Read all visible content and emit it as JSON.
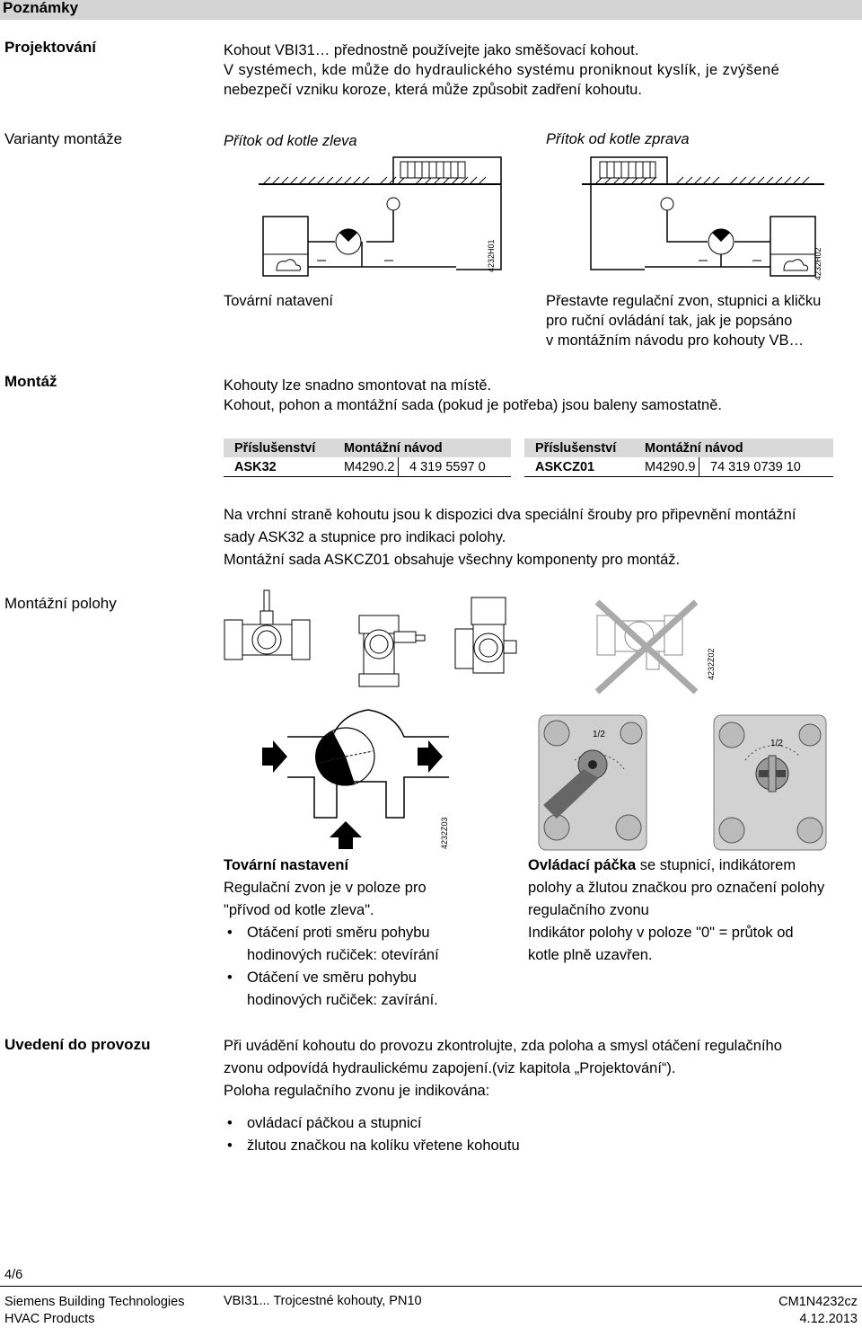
{
  "header": {
    "title": "Poznámky"
  },
  "projektovani": {
    "heading": "Projektování",
    "lines": [
      "Kohout VBI31… přednostně používejte jako směšovací kohout.",
      "V systémech, kde může do hydraulického systému proniknout kyslík, je zvýšené",
      "nebezpečí vzniku koroze, která může způsobit zadření kohoutu."
    ]
  },
  "varianty": {
    "heading": "Varianty montáže",
    "left_caption": "Přítok od kotle zleva",
    "right_caption": "Přítok od kotle zprava",
    "left_code": "4232H01",
    "right_code": "4232H02",
    "left_note": "Tovární natavení",
    "right_note": [
      "Přestavte regulační zvon, stupnici a kličku",
      "pro ruční ovládání tak, jak je popsáno",
      "v montážním návodu pro kohouty VB…"
    ]
  },
  "montaz": {
    "heading": "Montáž",
    "lines": [
      "Kohouty lze snadno smontovat na místě.",
      "Kohout, pohon a montážní sada (pokud je potřeba) jsou baleny samostatně."
    ],
    "table_left": {
      "h1": "Příslušenství",
      "h2": "Montážní návod",
      "c1": "ASK32",
      "c2": "M4290.2",
      "c3": "4 319 5597 0"
    },
    "table_right": {
      "h1": "Příslušenství",
      "h2": "Montážní návod",
      "c1": "ASKCZ01",
      "c2": "M4290.9",
      "c3": "74 319 0739 10"
    },
    "para": [
      "Na vrchní straně kohoutu jsou k dispozici dva speciální šrouby pro připevnění montážní",
      "sady ASK32 a stupnice pro indikaci polohy.",
      "Montážní sada ASKCZ01 obsahuje všechny komponenty pro montáž."
    ]
  },
  "polohy": {
    "heading": "Montážní polohy",
    "code1": "4232Z02",
    "code2": "4232Z03",
    "scale_label_1": "1/2",
    "scale_label_2": "1/2"
  },
  "tovarni": {
    "title": "Tovární nastavení",
    "lines": [
      "Regulační zvon je v poloze pro",
      "\"přívod od kotle zleva\"."
    ],
    "bullets": [
      [
        "Otáčení proti směru pohybu",
        "hodinových ručiček: otevírání"
      ],
      [
        "Otáčení ve směru pohybu",
        "hodinových ručiček: zavírání."
      ]
    ]
  },
  "packa": {
    "title": "Ovládací páčka",
    "title_rest": " se stupnicí, indikátorem",
    "lines": [
      "polohy a žlutou značkou pro označení polohy",
      "regulačního zvonu",
      "Indikátor polohy v poloze \"0\" = průtok od",
      "kotle plně uzavřen."
    ]
  },
  "uvedeni": {
    "heading": "Uvedení do provozu",
    "lines": [
      "Při uvádění kohoutu do provozu zkontrolujte, zda poloha a smysl otáčení regulačního",
      "zvonu odpovídá hydraulickému zapojení.(viz kapitola „Projektování“).",
      "Poloha regulačního zvonu je indikována:"
    ],
    "bullets": [
      "ovládací páčkou a stupnicí",
      "žlutou značkou na kolíku vřetene kohoutu"
    ]
  },
  "footer": {
    "page": "4/6",
    "company1": "Siemens Building Technologies",
    "company2": "HVAC Products",
    "doc_title": "VBI31... Trojcestné kohouty, PN10",
    "doc_code": "CM1N4232cz",
    "date": "4.12.2013"
  }
}
